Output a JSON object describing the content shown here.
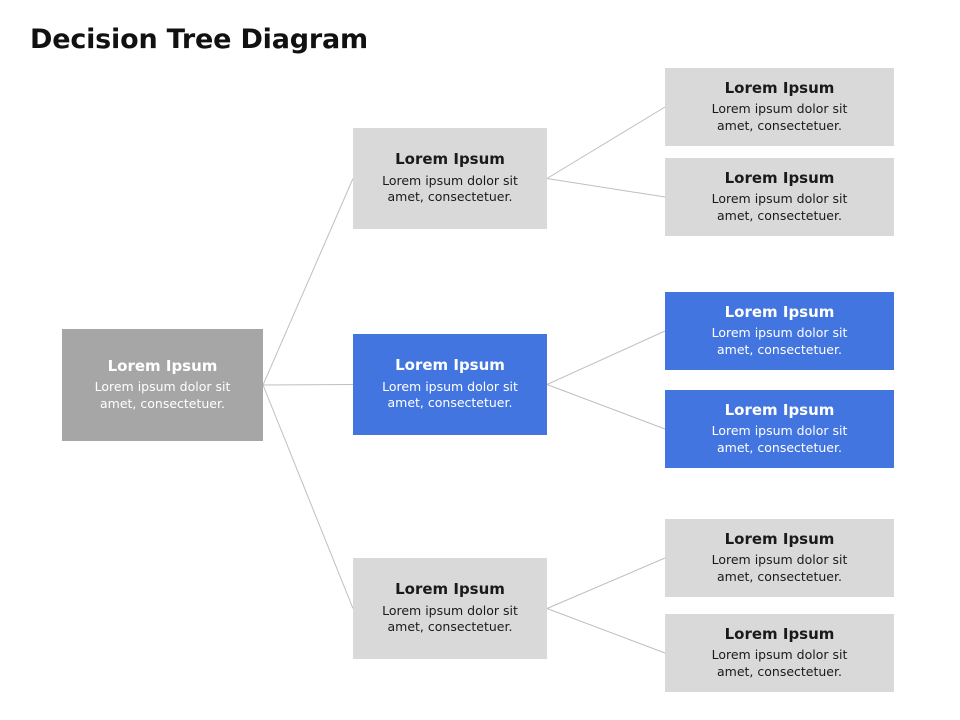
{
  "title": "Decision Tree Diagram",
  "colors": {
    "root_fill": "#a6a6a6",
    "node_fill_gray": "#d9d9d9",
    "node_fill_blue": "#4275e0",
    "connector": "#bfbfbf",
    "text_dark": "#1a1a1a",
    "text_light": "#ffffff",
    "background": "#ffffff"
  },
  "node_text": {
    "heading": "Lorem Ipsum",
    "body_line1": "Lorem ipsum  dolor sit",
    "body_line2": "amet, consectetuer."
  },
  "tree": {
    "root": {
      "heading": "Lorem Ipsum",
      "body_line1": "Lorem ipsum  dolor sit",
      "body_line2": "amet, consectetuer.",
      "style": "gray-dark"
    },
    "branches": [
      {
        "heading": "Lorem Ipsum",
        "body_line1": "Lorem ipsum  dolor sit",
        "body_line2": "amet, consectetuer.",
        "style": "gray-light",
        "leaves": [
          {
            "heading": "Lorem Ipsum",
            "body_line1": "Lorem ipsum  dolor sit",
            "body_line2": "amet, consectetuer.",
            "style": "gray-light"
          },
          {
            "heading": "Lorem Ipsum",
            "body_line1": "Lorem ipsum  dolor sit",
            "body_line2": "amet, consectetuer.",
            "style": "gray-light"
          }
        ]
      },
      {
        "heading": "Lorem Ipsum",
        "body_line1": "Lorem ipsum  dolor sit",
        "body_line2": "amet, consectetuer.",
        "style": "blue",
        "leaves": [
          {
            "heading": "Lorem Ipsum",
            "body_line1": "Lorem ipsum  dolor sit",
            "body_line2": "amet, consectetuer.",
            "style": "blue"
          },
          {
            "heading": "Lorem Ipsum",
            "body_line1": "Lorem ipsum  dolor sit",
            "body_line2": "amet, consectetuer.",
            "style": "blue"
          }
        ]
      },
      {
        "heading": "Lorem Ipsum",
        "body_line1": "Lorem ipsum  dolor sit",
        "body_line2": "amet, consectetuer.",
        "style": "gray-light",
        "leaves": [
          {
            "heading": "Lorem Ipsum",
            "body_line1": "Lorem ipsum  dolor sit",
            "body_line2": "amet, consectetuer.",
            "style": "gray-light"
          },
          {
            "heading": "Lorem Ipsum",
            "body_line1": "Lorem ipsum  dolor sit",
            "body_line2": "amet, consectetuer.",
            "style": "gray-light"
          }
        ]
      }
    ]
  }
}
